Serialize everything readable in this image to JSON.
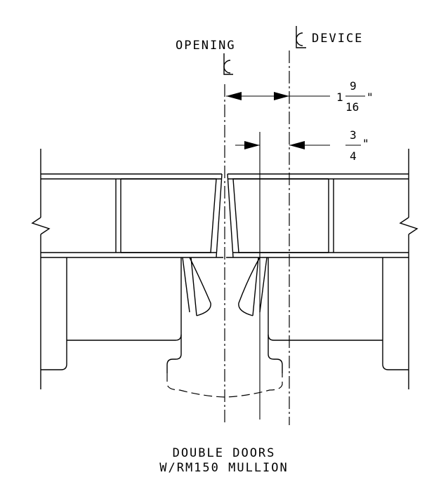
{
  "labels": {
    "opening": "OPENING",
    "device": "DEVICE",
    "caption_line1": "DOUBLE DOORS",
    "caption_line2": "W/RM150 MULLION"
  },
  "dimensions": {
    "top": {
      "whole": "1",
      "numerator": "9",
      "denominator": "16",
      "unit": "\""
    },
    "bottom": {
      "numerator": "3",
      "denominator": "4",
      "unit": "\""
    }
  },
  "icons": [
    "centerline-symbol",
    "break-line-symbol",
    "dimension-arrow"
  ]
}
